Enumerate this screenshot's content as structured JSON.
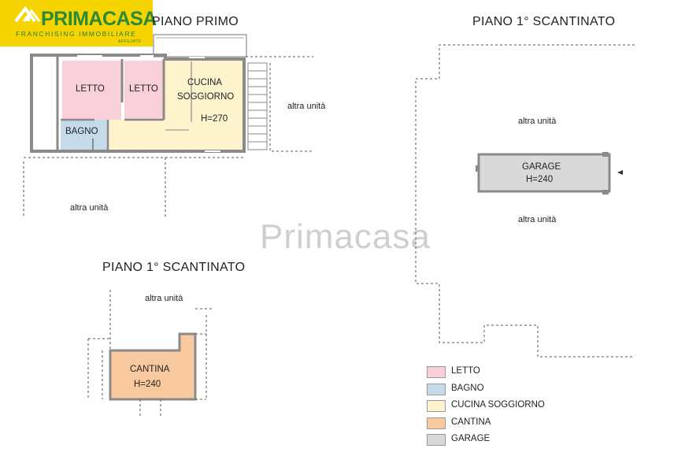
{
  "logo": {
    "brand": "PRIMACASA",
    "subtitle": "FRANCHISING IMMOBILIARE",
    "affiliate": "AFFILIATO"
  },
  "watermark": "Primacasa",
  "floors": {
    "piano_primo": {
      "title": "PIANO PRIMO",
      "rooms": {
        "letto_1": "LETTO",
        "letto_2": "LETTO",
        "bagno": "BAGNO",
        "cucina": "CUCINA",
        "soggiorno": "SOGGIORNO",
        "height": "H=270"
      },
      "neighbors": {
        "right": "altra unità",
        "below": "altra unità"
      }
    },
    "scantinato_garage": {
      "title": "PIANO 1° SCANTINATO",
      "garage": "GARAGE",
      "height": "H=240",
      "neighbors": {
        "above": "altra unità",
        "below": "altra unità"
      }
    },
    "scantinato_cantina": {
      "title": "PIANO 1° SCANTINATO",
      "cantina": "CANTINA",
      "height": "H=240",
      "neighbors": {
        "above": "altra unità"
      }
    }
  },
  "legend": [
    {
      "label": "LETTO",
      "color": "#f9d0d9"
    },
    {
      "label": "BAGNO",
      "color": "#c5dbe9"
    },
    {
      "label": "CUCINA SOGGIORNO",
      "color": "#fdf3cd"
    },
    {
      "label": "CANTINA",
      "color": "#f8c99e"
    },
    {
      "label": "GARAGE",
      "color": "#d9d9d9"
    }
  ],
  "colors": {
    "letto": "#f9d0d9",
    "bagno": "#c5dbe9",
    "cucina": "#fdf3cd",
    "cantina": "#f8c99e",
    "garage": "#d9d9d9",
    "wall": "#8a8a8a",
    "logo_bg": "#f5d400",
    "logo_text": "#2a8a3a"
  }
}
